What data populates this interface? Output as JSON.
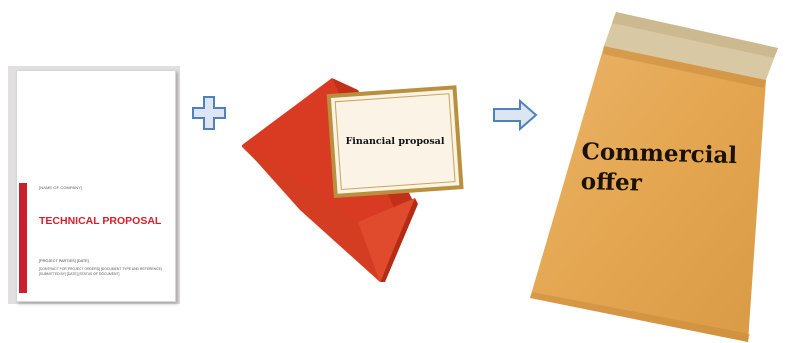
{
  "technical_proposal": {
    "company": "[NAME OF COMPANY]",
    "title": "TECHNICAL PROPOSAL",
    "project": "[PROJECT PARTIES] [DATE]",
    "contract": "[CONTRACT FOR PROJECT ORDERS] [DOCUMENT TYPE AND REFERENCE] [SUBMITTED BY] [DATE] [STATUS OF DOCUMENT]"
  },
  "icons": {
    "plus": "plus-icon",
    "arrow": "arrow-right-icon"
  },
  "financial_proposal": {
    "label": "Financial proposal"
  },
  "commercial_offer": {
    "line1": "Commercial",
    "line2": "offer"
  },
  "colors": {
    "document_red": "#d41f2d",
    "icon_fill": "#dce6f2",
    "icon_stroke": "#4f81bd",
    "envelope_red": "#dc3f25",
    "card_gold": "#b9913e",
    "kraft": "#e5a955"
  }
}
